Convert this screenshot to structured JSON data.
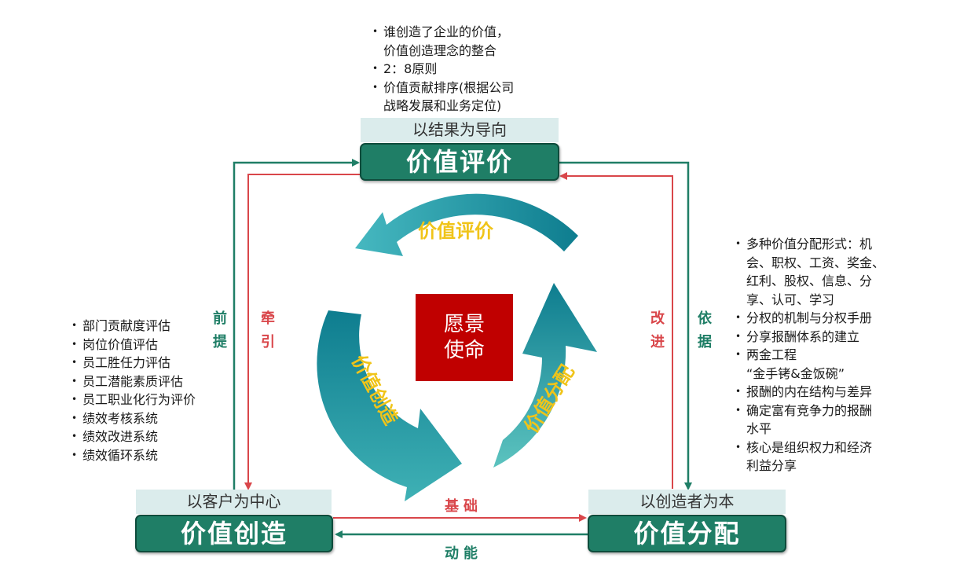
{
  "center": {
    "line1": "愿景",
    "line2": "使命"
  },
  "nodes": {
    "evaluation": {
      "subtitle": "以结果为导向",
      "title": "价值评价"
    },
    "creation": {
      "subtitle": "以客户为中心",
      "title": "价值创造"
    },
    "distribution": {
      "subtitle": "以创造者为本",
      "title": "价值分配"
    }
  },
  "cycle_labels": {
    "top": "价值评价",
    "left": "价值创造",
    "right": "价值分配"
  },
  "connectors": {
    "left_outer": [
      "前",
      "提"
    ],
    "left_inner": [
      "牵",
      "引"
    ],
    "right_inner": [
      "改",
      "进"
    ],
    "right_outer": [
      "依",
      "据"
    ],
    "bottom_top": "基础",
    "bottom_bottom": "动能"
  },
  "colors": {
    "green": "#1f7e66",
    "red": "#d9464a",
    "teal": "#1a9aa5",
    "gold": "#f0c419",
    "center_red": "#c00000"
  },
  "top_notes": [
    [
      "谁创造了企业的价值，",
      "价值创造理念的整合"
    ],
    [
      "2：8原则"
    ],
    [
      "价值贡献排序(根据公司",
      "战略发展和业务定位)"
    ]
  ],
  "left_notes": [
    "部门贡献度评估",
    "岗位价值评估",
    "员工胜任力评估",
    "员工潜能素质评估",
    "员工职业化行为评价",
    "绩效考核系统",
    "绩效改进系统",
    "绩效循环系统"
  ],
  "right_notes": [
    [
      "多种价值分配形式：机",
      "会、职权、工资、奖金、",
      "红利、股权、信息、分",
      "享、认可、学习"
    ],
    [
      "分权的机制与分权手册"
    ],
    [
      "分享报酬体系的建立"
    ],
    [
      "两金工程",
      "“金手铐&金饭碗”"
    ],
    [
      "报酬的内在结构与差异"
    ],
    [
      "确定富有竞争力的报酬",
      "水平"
    ],
    [
      "核心是组织权力和经济",
      "利益分享"
    ]
  ]
}
